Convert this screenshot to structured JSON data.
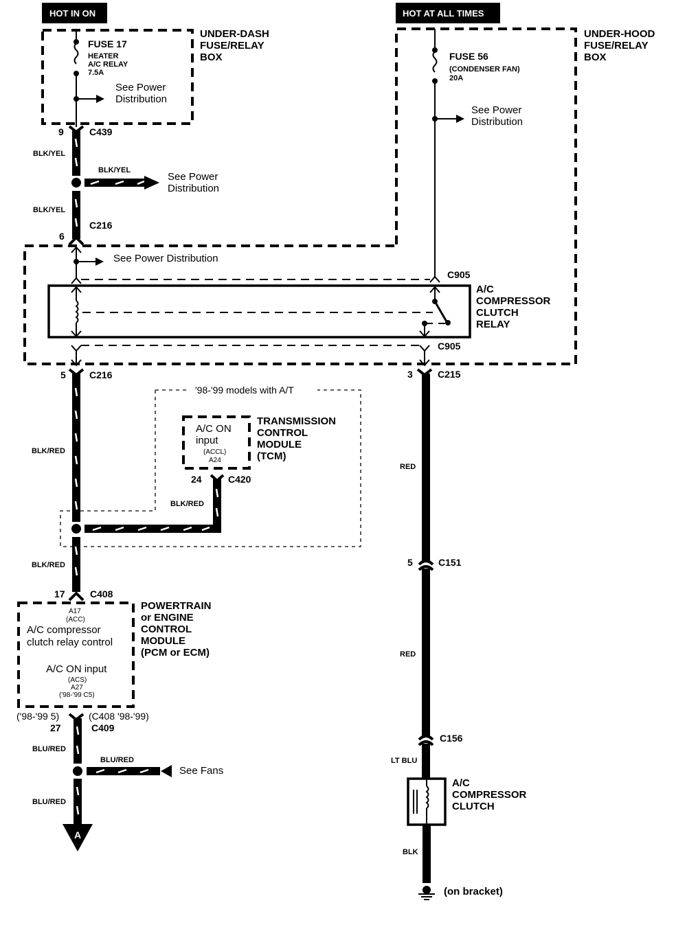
{
  "power_sources": {
    "left": "HOT IN ON",
    "right": "HOT AT ALL TIMES"
  },
  "under_dash_box": {
    "label_lines": [
      "UNDER-DASH",
      "FUSE/RELAY",
      "BOX"
    ],
    "fuse_name": "FUSE 17",
    "fuse_desc_lines": [
      "HEATER",
      "A/C RELAY",
      "7.5A"
    ],
    "see_power_lines": [
      "See Power",
      "Distribution"
    ]
  },
  "under_hood_box": {
    "label_lines": [
      "UNDER-HOOD",
      "FUSE/RELAY",
      "BOX"
    ],
    "fuse_name": "FUSE 56",
    "fuse_desc_lines": [
      "(CONDENSER FAN)",
      "20A"
    ],
    "see_power_lines": [
      "See Power",
      "Distribution"
    ]
  },
  "connectors": {
    "c439": {
      "pin": "9",
      "name": "C439"
    },
    "c216_top": {
      "pin": "6",
      "name": "C216"
    },
    "c216_bottom": {
      "pin": "5",
      "name": "C216"
    },
    "c905_top": {
      "name": "C905"
    },
    "c905_bottom": {
      "name": "C905"
    },
    "c215": {
      "pin": "3",
      "name": "C215"
    },
    "c420": {
      "pin": "24",
      "name": "C420"
    },
    "c408": {
      "pin": "17",
      "name": "C408"
    },
    "c409": {
      "pin_alt": "('98-'99 5)",
      "pin": "27",
      "name_alt": "(C408 '98-'99)",
      "name": "C409"
    },
    "c151": {
      "pin": "5",
      "name": "C151"
    },
    "c156": {
      "name": "C156"
    }
  },
  "wires": {
    "blk_yel_1": "BLK/YEL",
    "blk_yel_branch": "BLK/YEL",
    "blk_yel_2": "BLK/YEL",
    "blk_red_1": "BLK/RED",
    "blk_red_tcm": "BLK/RED",
    "blk_red_2": "BLK/RED",
    "blu_red_1": "BLU/RED",
    "blu_red_branch": "BLU/RED",
    "blu_red_2": "BLU/RED",
    "red_1": "RED",
    "red_2": "RED",
    "lt_blu": "LT BLU",
    "blk": "BLK"
  },
  "see_power_branch": [
    "See Power",
    "Distribution"
  ],
  "see_power_relay": "See Power Distribution",
  "relay": {
    "label_lines": [
      "A/C",
      "COMPRESSOR",
      "CLUTCH",
      "RELAY"
    ]
  },
  "tcm_option": {
    "caption": "'98-'99 models with A/T",
    "inner_lines": [
      "A/C ON",
      "input"
    ],
    "inner_small": [
      "(ACCL)",
      "A24"
    ],
    "label_lines": [
      "TRANSMISSION",
      "CONTROL",
      "MODULE",
      "(TCM)"
    ]
  },
  "pcm": {
    "label_lines": [
      "POWERTRAIN",
      "or ENGINE",
      "CONTROL",
      "MODULE",
      "(PCM or ECM)"
    ],
    "pin1_small": [
      "A17",
      "(ACC)"
    ],
    "pin1_lines": [
      "A/C compressor",
      "clutch relay control"
    ],
    "pin2_lines": [
      "A/C ON input"
    ],
    "pin2_small": [
      "(ACS)",
      "A27",
      "('98-'99 C5)"
    ]
  },
  "see_fans": "See Fans",
  "offpage_ref": "A",
  "clutch": {
    "label_lines": [
      "A/C",
      "COMPRESSOR",
      "CLUTCH"
    ]
  },
  "ground": "(on bracket)"
}
